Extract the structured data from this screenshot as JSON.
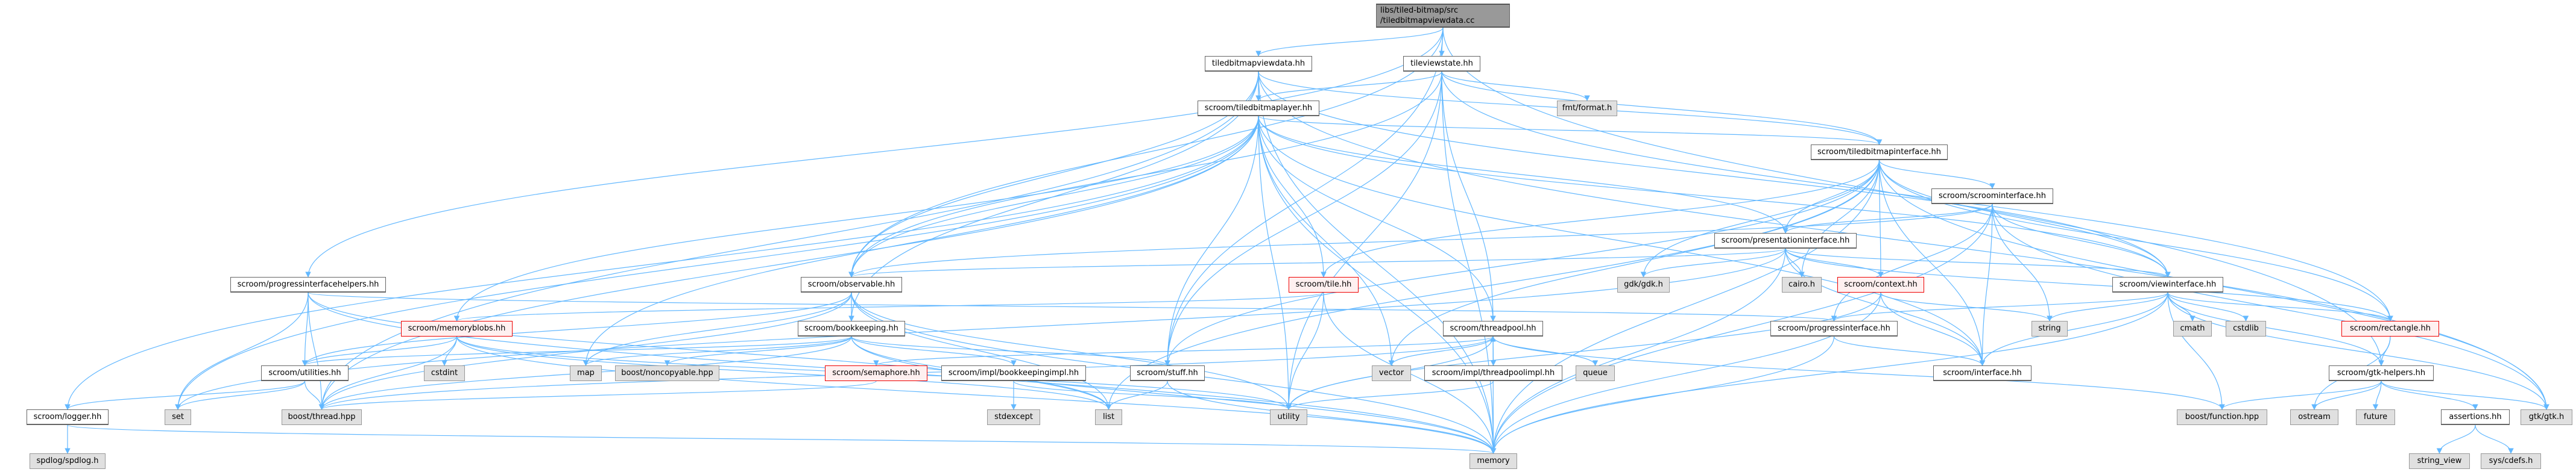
{
  "diagram": {
    "title": "libs/tiled-bitmap/src/tiledbitmapviewdata.cc include dependency graph",
    "colors": {
      "edge": "#63b8ff",
      "local_fill": "#ffffff",
      "system_fill": "#e0e0e0",
      "root_fill": "#999999",
      "incomplete_border": "#ff0000"
    },
    "nodes": {
      "root": {
        "line1": "libs/tiled-bitmap/src",
        "line2": "/tiledbitmapviewdata.cc",
        "kind": "root"
      },
      "tiledbitmapviewdata": {
        "label": "tiledbitmapviewdata.hh",
        "kind": "local"
      },
      "tileviewstate": {
        "label": "tileviewstate.hh",
        "kind": "local"
      },
      "fmtformat": {
        "label": "fmt/format.h",
        "kind": "sys"
      },
      "tiledbitmaplayer": {
        "label": "scroom/tiledbitmaplayer.hh",
        "kind": "local"
      },
      "tiledbitmapinterface": {
        "label": "scroom/tiledbitmapinterface.hh",
        "kind": "local"
      },
      "scroominterface": {
        "label": "scroom/scroominterface.hh",
        "kind": "local"
      },
      "presentationinterface": {
        "label": "scroom/presentationinterface.hh",
        "kind": "local"
      },
      "progressinterfacehelpers": {
        "label": "scroom/progressinterfacehelpers.hh",
        "kind": "local"
      },
      "observable": {
        "label": "scroom/observable.hh",
        "kind": "local"
      },
      "tile": {
        "label": "scroom/tile.hh",
        "kind": "red"
      },
      "gdk": {
        "label": "gdk/gdk.h",
        "kind": "sys"
      },
      "cairo": {
        "label": "cairo.h",
        "kind": "sys"
      },
      "context": {
        "label": "scroom/context.hh",
        "kind": "red"
      },
      "viewinterface": {
        "label": "scroom/viewinterface.hh",
        "kind": "local"
      },
      "memoryblobs": {
        "label": "scroom/memoryblobs.hh",
        "kind": "red"
      },
      "bookkeeping": {
        "label": "scroom/bookkeeping.hh",
        "kind": "local"
      },
      "threadpool": {
        "label": "scroom/threadpool.hh",
        "kind": "local"
      },
      "progressinterface": {
        "label": "scroom/progressinterface.hh",
        "kind": "local"
      },
      "string": {
        "label": "string",
        "kind": "sys"
      },
      "cmath": {
        "label": "cmath",
        "kind": "sys"
      },
      "cstdlib": {
        "label": "cstdlib",
        "kind": "sys"
      },
      "rectangle": {
        "label": "scroom/rectangle.hh",
        "kind": "red"
      },
      "utilities": {
        "label": "scroom/utilities.hh",
        "kind": "local"
      },
      "cstdint": {
        "label": "cstdint",
        "kind": "sys"
      },
      "map": {
        "label": "map",
        "kind": "sys"
      },
      "noncopyable": {
        "label": "boost/noncopyable.hpp",
        "kind": "sys"
      },
      "semaphore": {
        "label": "scroom/semaphore.hh",
        "kind": "red"
      },
      "bookkeepingimpl": {
        "label": "scroom/impl/bookkeepingimpl.hh",
        "kind": "local"
      },
      "stuff": {
        "label": "scroom/stuff.hh",
        "kind": "local"
      },
      "vector": {
        "label": "vector",
        "kind": "sys"
      },
      "threadpoolimpl": {
        "label": "scroom/impl/threadpoolimpl.hh",
        "kind": "local"
      },
      "queue": {
        "label": "queue",
        "kind": "sys"
      },
      "interface": {
        "label": "scroom/interface.hh",
        "kind": "local"
      },
      "gtkhelpers": {
        "label": "scroom/gtk-helpers.hh",
        "kind": "local"
      },
      "logger": {
        "label": "scroom/logger.hh",
        "kind": "local"
      },
      "set": {
        "label": "set",
        "kind": "sys"
      },
      "boostthread": {
        "label": "boost/thread.hpp",
        "kind": "sys"
      },
      "list": {
        "label": "list",
        "kind": "sys"
      },
      "utility": {
        "label": "utility",
        "kind": "sys"
      },
      "stdexcept": {
        "label": "stdexcept",
        "kind": "sys"
      },
      "boostfunction": {
        "label": "boost/function.hpp",
        "kind": "sys"
      },
      "ostream": {
        "label": "ostream",
        "kind": "sys"
      },
      "future": {
        "label": "future",
        "kind": "sys"
      },
      "assertions": {
        "label": "assertions.hh",
        "kind": "local"
      },
      "gtk": {
        "label": "gtk/gtk.h",
        "kind": "sys"
      },
      "memory": {
        "label": "memory",
        "kind": "sys"
      },
      "spdlog": {
        "label": "spdlog/spdlog.h",
        "kind": "sys"
      },
      "string_view": {
        "label": "string_view",
        "kind": "sys"
      },
      "syscdefs": {
        "label": "sys/cdefs.h",
        "kind": "sys"
      }
    },
    "edges": [
      [
        "root",
        "tiledbitmapviewdata"
      ],
      [
        "root",
        "tileviewstate"
      ],
      [
        "root",
        "progressinterfacehelpers"
      ],
      [
        "root",
        "observable"
      ],
      [
        "root",
        "gtkhelpers"
      ],
      [
        "root",
        "stuff"
      ],
      [
        "tiledbitmapviewdata",
        "tiledbitmaplayer"
      ],
      [
        "tiledbitmapviewdata",
        "tiledbitmapinterface"
      ],
      [
        "tiledbitmapviewdata",
        "viewinterface"
      ],
      [
        "tiledbitmapviewdata",
        "observable"
      ],
      [
        "tiledbitmapviewdata",
        "bookkeeping"
      ],
      [
        "tiledbitmapviewdata",
        "boostthread"
      ],
      [
        "tiledbitmapviewdata",
        "memory"
      ],
      [
        "tiledbitmapviewdata",
        "gtk"
      ],
      [
        "tileviewstate",
        "tiledbitmaplayer"
      ],
      [
        "tileviewstate",
        "fmtformat"
      ],
      [
        "tileviewstate",
        "threadpool"
      ],
      [
        "tileviewstate",
        "stuff"
      ],
      [
        "tileviewstate",
        "tiledbitmapinterface"
      ],
      [
        "tileviewstate",
        "memory"
      ],
      [
        "tileviewstate",
        "utility"
      ],
      [
        "tileviewstate",
        "observable"
      ],
      [
        "tileviewstate",
        "rectangle"
      ],
      [
        "tiledbitmaplayer",
        "tiledbitmapinterface"
      ],
      [
        "tiledbitmaplayer",
        "presentationinterface"
      ],
      [
        "tiledbitmaplayer",
        "observable"
      ],
      [
        "tiledbitmaplayer",
        "tile"
      ],
      [
        "tiledbitmaplayer",
        "memoryblobs"
      ],
      [
        "tiledbitmaplayer",
        "threadpool"
      ],
      [
        "tiledbitmaplayer",
        "stuff"
      ],
      [
        "tiledbitmaplayer",
        "logger"
      ],
      [
        "tiledbitmaplayer",
        "map"
      ],
      [
        "tiledbitmaplayer",
        "vector"
      ],
      [
        "tiledbitmaplayer",
        "utility"
      ],
      [
        "tiledbitmaplayer",
        "boostthread"
      ],
      [
        "tiledbitmaplayer",
        "memory"
      ],
      [
        "tiledbitmaplayer",
        "viewinterface"
      ],
      [
        "tiledbitmaplayer",
        "interface"
      ],
      [
        "tiledbitmaplayer",
        "set"
      ],
      [
        "tiledbitmapinterface",
        "scroominterface"
      ],
      [
        "tiledbitmapinterface",
        "presentationinterface"
      ],
      [
        "tiledbitmapinterface",
        "context"
      ],
      [
        "tiledbitmapinterface",
        "viewinterface"
      ],
      [
        "tiledbitmapinterface",
        "rectangle"
      ],
      [
        "tiledbitmapinterface",
        "tile"
      ],
      [
        "tiledbitmapinterface",
        "gdk"
      ],
      [
        "tiledbitmapinterface",
        "cairo"
      ],
      [
        "tiledbitmapinterface",
        "interface"
      ],
      [
        "tiledbitmapinterface",
        "gtk"
      ],
      [
        "tiledbitmapinterface",
        "memory"
      ],
      [
        "tiledbitmapinterface",
        "list"
      ],
      [
        "tiledbitmapinterface",
        "vector"
      ],
      [
        "tiledbitmapinterface",
        "stuff"
      ],
      [
        "scroominterface",
        "presentationinterface"
      ],
      [
        "scroominterface",
        "viewinterface"
      ],
      [
        "scroominterface",
        "string"
      ],
      [
        "scroominterface",
        "interface"
      ],
      [
        "scroominterface",
        "memory"
      ],
      [
        "scroominterface",
        "gtk"
      ],
      [
        "scroominterface",
        "progressinterface"
      ],
      [
        "scroominterface",
        "observable"
      ],
      [
        "presentationinterface",
        "gdk"
      ],
      [
        "presentationinterface",
        "cairo"
      ],
      [
        "presentationinterface",
        "context"
      ],
      [
        "presentationinterface",
        "viewinterface"
      ],
      [
        "presentationinterface",
        "observable"
      ],
      [
        "presentationinterface",
        "rectangle"
      ],
      [
        "presentationinterface",
        "interface"
      ],
      [
        "presentationinterface",
        "memory"
      ],
      [
        "presentationinterface",
        "set"
      ],
      [
        "progressinterfacehelpers",
        "utilities"
      ],
      [
        "progressinterfacehelpers",
        "progressinterface"
      ],
      [
        "progressinterfacehelpers",
        "boostthread"
      ],
      [
        "progressinterfacehelpers",
        "set"
      ],
      [
        "progressinterfacehelpers",
        "list"
      ],
      [
        "progressinterfacehelpers",
        "memory"
      ],
      [
        "observable",
        "bookkeeping"
      ],
      [
        "observable",
        "utilities"
      ],
      [
        "observable",
        "list"
      ],
      [
        "observable",
        "map"
      ],
      [
        "observable",
        "boostthread"
      ],
      [
        "observable",
        "memory"
      ],
      [
        "observable",
        "utility"
      ],
      [
        "tile",
        "memoryblobs"
      ],
      [
        "tile",
        "utility"
      ],
      [
        "tile",
        "memory"
      ],
      [
        "context",
        "interface"
      ],
      [
        "context",
        "string"
      ],
      [
        "context",
        "memory"
      ],
      [
        "context",
        "utility"
      ],
      [
        "viewinterface",
        "progressinterface"
      ],
      [
        "viewinterface",
        "rectangle"
      ],
      [
        "viewinterface",
        "cmath"
      ],
      [
        "viewinterface",
        "cstdlib"
      ],
      [
        "viewinterface",
        "gtkhelpers"
      ],
      [
        "viewinterface",
        "gtk"
      ],
      [
        "viewinterface",
        "interface"
      ],
      [
        "viewinterface",
        "memory"
      ],
      [
        "viewinterface",
        "string"
      ],
      [
        "viewinterface",
        "boostfunction"
      ],
      [
        "memoryblobs",
        "utilities"
      ],
      [
        "memoryblobs",
        "cstdint"
      ],
      [
        "memoryblobs",
        "boostthread"
      ],
      [
        "memoryblobs",
        "list"
      ],
      [
        "memoryblobs",
        "memory"
      ],
      [
        "memoryblobs",
        "utility"
      ],
      [
        "bookkeeping",
        "bookkeepingimpl"
      ],
      [
        "bookkeeping",
        "stuff"
      ],
      [
        "bookkeeping",
        "map"
      ],
      [
        "bookkeeping",
        "noncopyable"
      ],
      [
        "bookkeeping",
        "boostthread"
      ],
      [
        "bookkeeping",
        "utilities"
      ],
      [
        "bookkeeping",
        "memory"
      ],
      [
        "bookkeeping",
        "list"
      ],
      [
        "threadpool",
        "threadpoolimpl"
      ],
      [
        "threadpool",
        "semaphore"
      ],
      [
        "threadpool",
        "vector"
      ],
      [
        "threadpool",
        "queue"
      ],
      [
        "threadpool",
        "boostthread"
      ],
      [
        "threadpool",
        "boostfunction"
      ],
      [
        "threadpool",
        "memory"
      ],
      [
        "threadpool",
        "utility"
      ],
      [
        "threadpoolimpl",
        "threadpool"
      ],
      [
        "threadpoolimpl",
        "utility"
      ],
      [
        "progressinterface",
        "interface"
      ],
      [
        "progressinterface",
        "memory"
      ],
      [
        "rectangle",
        "gtkhelpers"
      ],
      [
        "rectangle",
        "ostream"
      ],
      [
        "utilities",
        "logger"
      ],
      [
        "utilities",
        "set"
      ],
      [
        "utilities",
        "boostthread"
      ],
      [
        "semaphore",
        "boostthread"
      ],
      [
        "bookkeepingimpl",
        "stdexcept"
      ],
      [
        "bookkeepingimpl",
        "utility"
      ],
      [
        "stuff",
        "list"
      ],
      [
        "stuff",
        "memory"
      ],
      [
        "gtkhelpers",
        "boostfunction"
      ],
      [
        "gtkhelpers",
        "ostream"
      ],
      [
        "gtkhelpers",
        "future"
      ],
      [
        "gtkhelpers",
        "assertions"
      ],
      [
        "gtkhelpers",
        "gtk"
      ],
      [
        "assertions",
        "string_view"
      ],
      [
        "assertions",
        "syscdefs"
      ],
      [
        "logger",
        "spdlog"
      ],
      [
        "logger",
        "memory"
      ]
    ]
  }
}
